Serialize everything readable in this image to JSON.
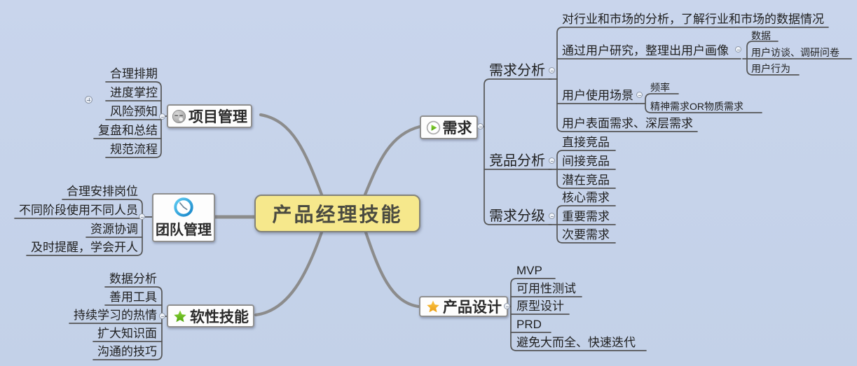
{
  "app": "mind-map",
  "center": {
    "label": "产品经理技能"
  },
  "branches": {
    "project": {
      "label": "项目管理",
      "icon": "sleepy-face-icon",
      "children": [
        "合理排期",
        "进度掌控",
        "风险预知",
        "复盘和总结",
        "规范流程"
      ],
      "expand_marker_on": "进度掌控"
    },
    "team": {
      "label": "团队管理",
      "icon": "clock-icon",
      "children": [
        "合理安排岗位",
        "不同阶段使用不同人员",
        "资源协调",
        "及时提醒，学会开人"
      ]
    },
    "soft": {
      "label": "软性技能",
      "icon": "green-star-icon",
      "children": [
        "数据分析",
        "善用工具",
        "持续学习的热情",
        "扩大知识面",
        "沟通的技巧"
      ]
    },
    "requirement": {
      "label": "需求",
      "icon": "play-icon",
      "children": {
        "analysis": {
          "label": "需求分析",
          "children": {
            "industry": {
              "label": "对行业和市场的分析，了解行业和市场的数据情况"
            },
            "research": {
              "label": "通过用户研究，整理出用户画像",
              "children": [
                "数据",
                "用户访谈、调研问卷",
                "用户行为"
              ]
            },
            "scene": {
              "label": "用户使用场景",
              "children": [
                "频率",
                "精神需求OR物质需求"
              ]
            },
            "surface": {
              "label": "用户表面需求、深层需求"
            }
          }
        },
        "competitor": {
          "label": "竞品分析",
          "children": [
            "直接竞品",
            "间接竞品",
            "潜在竞品"
          ]
        },
        "grading": {
          "label": "需求分级",
          "children": [
            "核心需求",
            "重要需求",
            "次要需求"
          ]
        }
      }
    },
    "design": {
      "label": "产品设计",
      "icon": "yellow-star-icon",
      "children": [
        "MVP",
        "可用性测试",
        "原型设计",
        "PRD",
        "避免大而全、快速迭代"
      ]
    }
  },
  "colors": {
    "background": "#c6d3e9",
    "center_fill": "#f6e88c",
    "center_border": "#83837a",
    "box_border": "#8f8f8f",
    "branch_line": "#8c8c8c",
    "tree_line": "#555555",
    "green_accent": "#5fbe18",
    "orange_accent": "#f2ae24",
    "blue_accent": "#2aa4da"
  }
}
